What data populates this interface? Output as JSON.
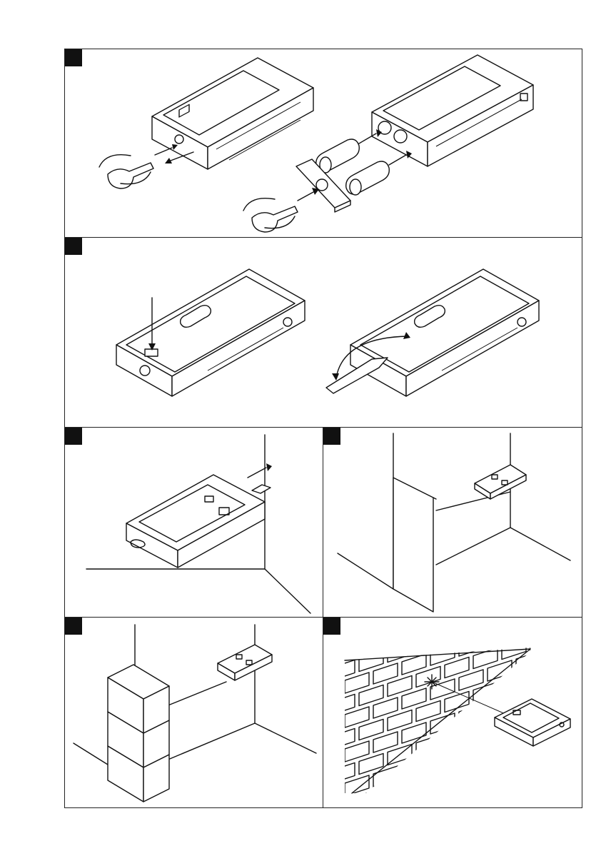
{
  "page": {
    "panels": [
      {
        "id": "panel-1",
        "marker": "figure-marker-1",
        "content": "battery-replacement"
      },
      {
        "id": "panel-2",
        "marker": "figure-marker-2",
        "content": "extension-pin-flip"
      },
      {
        "id": "panel-3",
        "marker": "figure-marker-3",
        "content": "measure-from-corner"
      },
      {
        "id": "panel-4",
        "marker": "figure-marker-4",
        "content": "measure-to-door"
      },
      {
        "id": "panel-5",
        "marker": "figure-marker-5",
        "content": "measure-to-boxes"
      },
      {
        "id": "panel-6",
        "marker": "figure-marker-6",
        "content": "aim-at-brick-wall"
      }
    ],
    "colors": {
      "ink": "#111111",
      "paper": "#ffffff"
    }
  }
}
